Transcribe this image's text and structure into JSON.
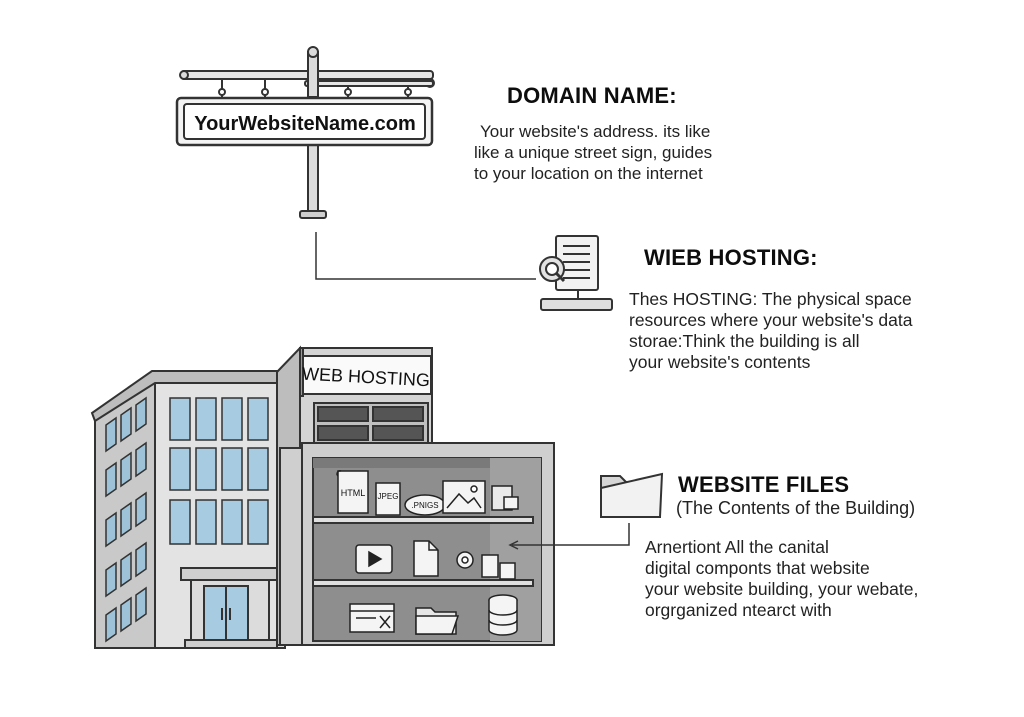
{
  "domain_name": {
    "heading": "DOMAIN NAME:",
    "sign_text": "YourWebsiteName.com",
    "lines": [
      "Your website's address. its like",
      "like a unique street sign, guides",
      "to your location on the internet"
    ]
  },
  "web_hosting": {
    "heading": "WIEB HOSTING:",
    "rooftop_sign": "WEB HOSTING",
    "lines": [
      "Thes HOSTING: The physical space",
      "resources where your website's data",
      "storae:Think the building is all",
      "your website's contents"
    ]
  },
  "website_files": {
    "heading": "WEBSITE FILES",
    "subtitle": "(The Contents of the Building)",
    "lines": [
      "Arnertiont All the canital",
      "digital componts that website",
      "your website building, your webate,",
      "orgrganized ntearct with"
    ],
    "file_labels": {
      "html": "HTML",
      "jpeg": "JPEG",
      "png": ".PNIGS"
    }
  }
}
